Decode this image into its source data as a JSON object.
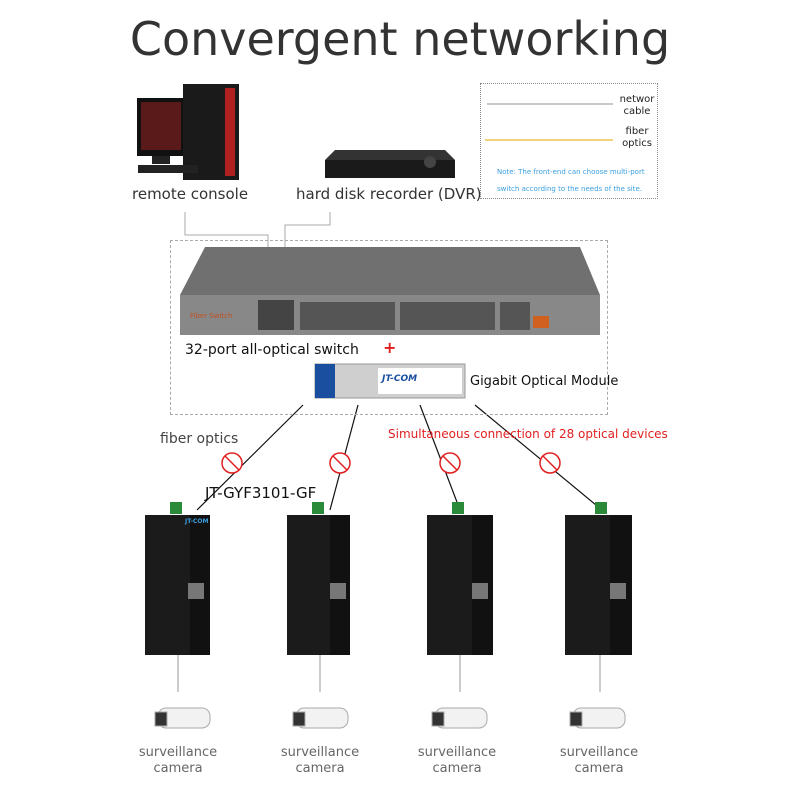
{
  "title": "Convergent networking",
  "top_devices": [
    {
      "label": "remote console",
      "icon": "desktop-pc-icon"
    },
    {
      "label": "hard disk recorder (DVR)",
      "icon": "dvr-icon"
    }
  ],
  "legend": {
    "items": [
      {
        "label_line1": "networ",
        "label_line2": "cable",
        "color": "#c8c8c8"
      },
      {
        "label_line1": "fiber",
        "label_line2": "optics",
        "color": "#f2d27a"
      }
    ],
    "note_line1": "Note: The front-end can choose multi-port",
    "note_line2": "switch according to the needs of the site."
  },
  "switch": {
    "label": "32-port all-optical switch",
    "panel_text": "Fiber Switch",
    "plus": "+"
  },
  "module": {
    "label": "Gigabit Optical Module",
    "brand": "JT-COM"
  },
  "fiber_label": "fiber optics",
  "connection_note": "Simultaneous connection of 28 optical devices",
  "model": "JT-GYF3101-GF",
  "device_brand": "JT-COM",
  "cameras": [
    {
      "line1": "surveillance",
      "line2": "camera"
    },
    {
      "line1": "surveillance",
      "line2": "camera"
    },
    {
      "line1": "surveillance",
      "line2": "camera"
    },
    {
      "line1": "surveillance",
      "line2": "camera"
    }
  ],
  "colors": {
    "accent_red": "#e02020",
    "note_blue": "#3aa0e0",
    "fiber": "#f2d27a",
    "cable": "#c8c8c8"
  }
}
